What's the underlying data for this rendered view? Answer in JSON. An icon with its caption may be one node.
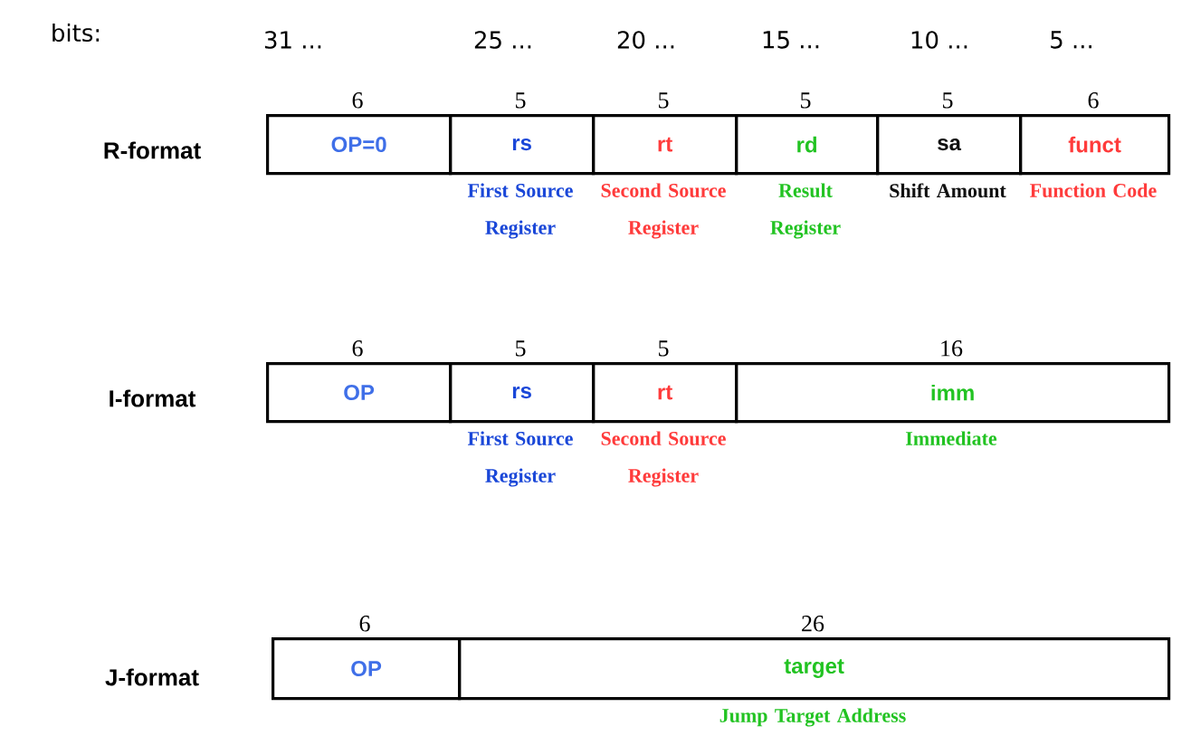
{
  "diagram": {
    "nodes": [
      {
        "text": [
          "OP=0"
        ],
        "beside": [
          "6"
        ]
      },
      {
        "text": [
          "rs"
        ],
        "beside": [
          "5",
          "First Source Register"
        ]
      },
      {
        "text": [
          "rt"
        ],
        "beside": [
          "5",
          "Second Source Register"
        ]
      },
      {
        "text": [
          "rd"
        ],
        "beside": [
          "5",
          "Result Register"
        ]
      },
      {
        "text": [
          "sa"
        ],
        "beside": [
          "5",
          "Shift Amount"
        ]
      },
      {
        "text": [
          "funct"
        ],
        "beside": [
          "6",
          "Function Code"
        ]
      },
      {
        "text": [
          "OP"
        ],
        "beside": [
          "6"
        ]
      },
      {
        "text": [
          "rs"
        ],
        "beside": [
          "5",
          "First Source Register"
        ]
      },
      {
        "text": [
          "rt"
        ],
        "beside": [
          "5",
          "Second Source Register"
        ]
      },
      {
        "text": [
          "imm"
        ],
        "beside": [
          "16",
          "Immediate"
        ]
      },
      {
        "text": [
          "OP"
        ],
        "beside": [
          "6"
        ]
      },
      {
        "text": [
          "target"
        ],
        "beside": [
          "26",
          "Jump Target Address"
        ]
      }
    ],
    "labels": [
      "bits:",
      "31 ...",
      "25 ...",
      "20 ...",
      "15 ...",
      "10 ...",
      "5 ...",
      "R-format",
      "I-format",
      "J-format"
    ]
  }
}
